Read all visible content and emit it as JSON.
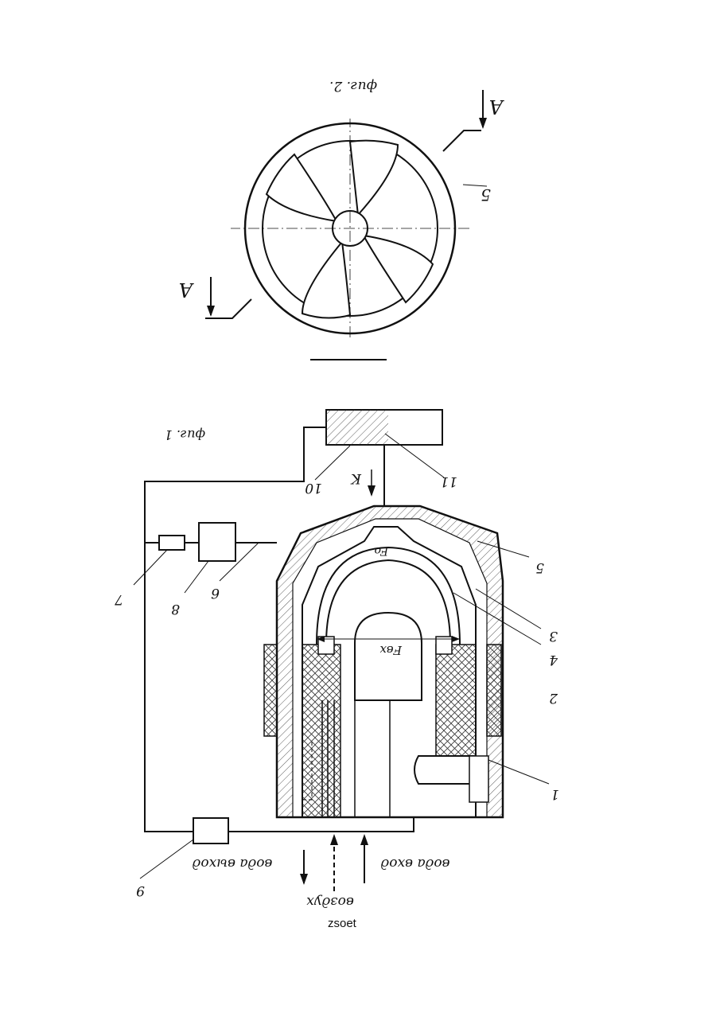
{
  "fig2": {
    "caption": "фиг. 2.",
    "section_mark": "A",
    "label_5": "5"
  },
  "fig1": {
    "caption": "фиг. 1",
    "labels": {
      "l1": "1",
      "l2": "2",
      "l3": "3",
      "l4": "4",
      "l5": "5",
      "l6": "6",
      "l7": "7",
      "l8": "8",
      "l9": "9",
      "l10": "10",
      "l11": "11",
      "k": "K",
      "fo": "Fo",
      "fvx": "Fвх"
    },
    "flows": {
      "water_out": "вода выход",
      "air": "воздух",
      "water_in": "вода вход"
    }
  },
  "footer_text": "zsoet"
}
